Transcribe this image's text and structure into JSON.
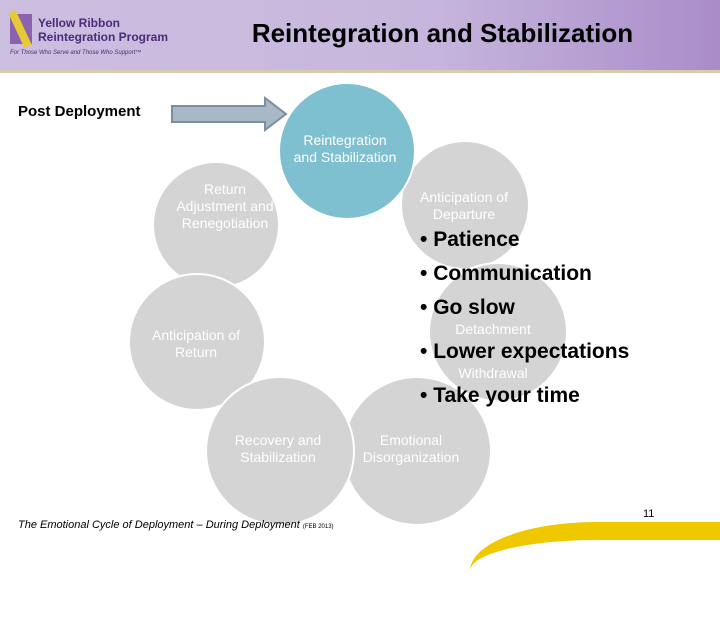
{
  "header": {
    "title": "Reintegration and Stabilization",
    "logo": {
      "line1": "Yellow Ribbon",
      "line2": "Reintegration Program",
      "tagline": "For Those Who Serve and Those Who Support™"
    }
  },
  "post_deployment_label": "Post Deployment",
  "cycle": {
    "reintegration": "Reintegration and Stabilization",
    "return_adjustment": "Return Adjustment and Renegotiation",
    "anticipation_departure": "Anticipation of Departure",
    "anticipation_return": "Anticipation of Return",
    "detachment": "Detachment",
    "withdrawal": "Withdrawal",
    "recovery": "Recovery and Stabilization",
    "emotional": "Emotional Disorganization"
  },
  "bullets": [
    "Patience",
    "Communication",
    "Go slow",
    "Lower expectations",
    "Take your time"
  ],
  "footer": {
    "caption": "The Emotional Cycle of Deployment – During Deployment",
    "citation": "(FEB 2013)",
    "page": "11"
  },
  "colors": {
    "highlight": "#7ec0cf",
    "circle": "#d4d4d4",
    "accent": "#f0c800"
  }
}
